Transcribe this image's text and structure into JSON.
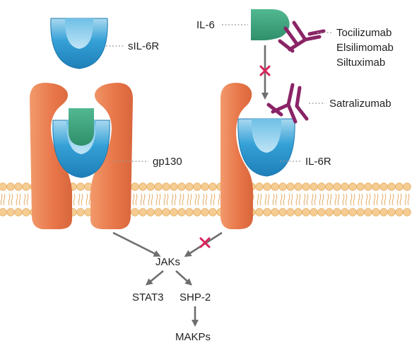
{
  "labels": {
    "sil6r": "sIL-6R",
    "il6": "IL-6",
    "gp130": "gp130",
    "il6r": "IL-6R",
    "jaks": "JAKs",
    "stat3": "STAT3",
    "shp2": "SHP-2",
    "makps": "MAKPs"
  },
  "antibodies": {
    "group1": [
      "Tocilizumab",
      "Elsilimomab",
      "Siltuximab"
    ],
    "group2": "Satralizumab"
  },
  "colors": {
    "gp130": "#e8774a",
    "receptor_outer": "#2a96cf",
    "receptor_inner": "#a8d6ee",
    "il6": "#37a27c",
    "antibody": "#8a2466",
    "membrane_head": "#f5cd92",
    "arrow": "#6e6e6e",
    "block_mark": "#d8245a"
  }
}
